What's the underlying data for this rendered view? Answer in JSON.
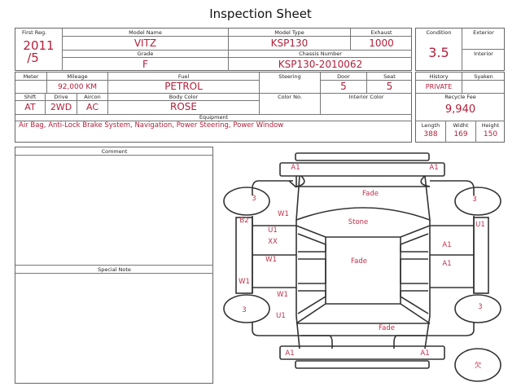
{
  "title": "Inspection Sheet",
  "vehicle": {
    "first_reg_label": "First Reg.",
    "first_reg_year": "2011",
    "first_reg_month": "/5",
    "model_name_label": "Model Name",
    "model_name": "VITZ",
    "model_type_label": "Model Type",
    "model_type": "KSP130",
    "exhaust_label": "Exhaust",
    "exhaust": "1000",
    "grade_label": "Grade",
    "grade": "F",
    "chassis_label": "Chassis Number",
    "chassis": "KSP130-2010062",
    "condition_label": "Condition",
    "condition": "3.5",
    "exterior_label": "Exterior",
    "interior_label": "Interior",
    "meter_label": "Meter",
    "mileage_label": "Mileage",
    "mileage": "92,000 KM",
    "fuel_label": "Fuel",
    "fuel": "PETROL",
    "steering_label": "Steering",
    "door_label": "Door",
    "door": "5",
    "seat_label": "Seat",
    "seat": "5",
    "shift_label": "Shift",
    "shift": "AT",
    "drive_label": "Drive",
    "drive": "2WD",
    "aircon_label": "Aircon",
    "aircon": "AC",
    "body_color_label": "Body Color",
    "body_color": "ROSE",
    "color_no_label": "Color No.",
    "interior_color_label": "Interior Color",
    "equipment_label": "Equipment",
    "equipment": "Air Bag, Anti-Lock Brake System, Navigation, Power Steering, Power Window",
    "history_label": "History",
    "history": "PRIVATE",
    "syaken_label": "Syaken",
    "recycle_label": "Recycle Fee",
    "recycle": "9,940",
    "length_label": "Length",
    "length": "388",
    "width_label": "Widht",
    "width": "169",
    "height_label": "Height",
    "height": "150"
  },
  "comment_label": "Comment",
  "special_note_label": "Special Note",
  "damage_marks": {
    "front_left": "A1",
    "front_right": "A1",
    "hood": "Fade",
    "wheel_fl": "3",
    "wheel_fr": "3",
    "wheel_rl": "3",
    "wheel_rr": "3",
    "fender_l": "W1",
    "sill_l_top": "B2",
    "sill_r_top": "U1",
    "windshield": "Stone",
    "door_fl_1": "U1",
    "door_fl_2": "XX",
    "door_fr": "A1",
    "door_rl": "W1",
    "roof": "Fade",
    "door_rr": "A1",
    "sill_l_bottom": "W1",
    "quarter_l": "W1",
    "quarter_l_2": "U1",
    "trunk": "Fade",
    "rear_left": "A1",
    "rear_right": "A1",
    "missing": "欠"
  },
  "colors": {
    "value_text": "#b3203a",
    "border": "#666666"
  }
}
